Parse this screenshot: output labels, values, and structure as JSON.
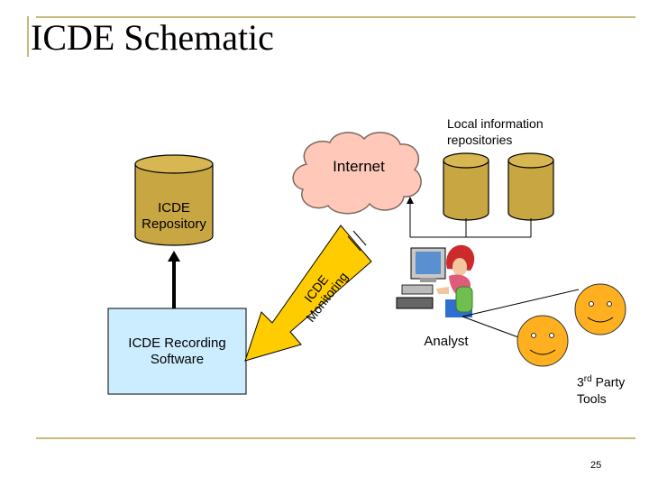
{
  "slide": {
    "title": "ICDE Schematic",
    "page_number": "25"
  },
  "diagram": {
    "local_repos_label": "Local information repositories",
    "internet_label": "Internet",
    "icde_repository_label": "ICDE Repository",
    "icde_monitoring_label": "ICDE Monitoring",
    "recording_software_label": "ICDE Recording Software",
    "analyst_label": "Analyst",
    "third_party_tools_label": {
      "superscript_prefix": "3",
      "superscript": "rd",
      "rest": "Party Tools"
    }
  },
  "colors": {
    "cylinder": "#c8a642",
    "cloud": "#ffc8b8",
    "recording_box": "#ccecff",
    "arrow": "#ffcc00",
    "face": "#ffb020",
    "frame": "#c9b97a"
  }
}
